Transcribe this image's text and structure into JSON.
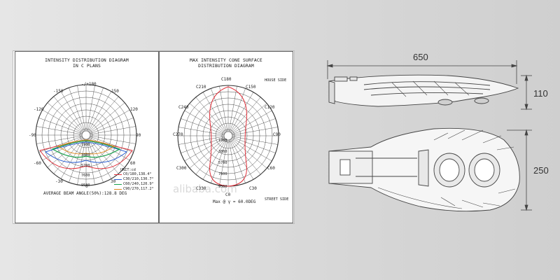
{
  "left_diagram": {
    "title_line1": "INTENSITY DISTRIBUTION DIAGRAM",
    "title_line2": "IN C PLANS",
    "angle_labels": [
      "-/+180",
      "-150",
      "150",
      "-120",
      "120",
      "-90",
      "90",
      "-60",
      "60",
      "-30",
      "30",
      "0"
    ],
    "radial_labels": [
      "1900",
      "3800",
      "5700",
      "7600",
      "9500"
    ],
    "unit_label": "UNIT:cd",
    "legend": [
      {
        "text": "C0/180,138.4°",
        "color": "#e0303a"
      },
      {
        "text": "C30/210,130.7°",
        "color": "#2a5fd1"
      },
      {
        "text": "C60/240,120.9°",
        "color": "#17a24a"
      },
      {
        "text": "C90/270,117.2°",
        "color": "#e08a1e"
      }
    ],
    "footer": "AVERAGE BEAM ANGLE(50%):128.8 DEG"
  },
  "right_diagram": {
    "title_line1": "MAX INTENSITY CONE SURFACE",
    "title_line2": "DISTRIBUTION DIAGRAM",
    "house_side": "HOUSE SIDE",
    "street_side": "STREET SIDE",
    "c_labels": [
      "C180",
      "C210",
      "C150",
      "C240",
      "C120",
      "C270",
      "C90",
      "C300",
      "C60",
      "C330",
      "C30",
      "C0"
    ],
    "radial_labels": [
      "1900",
      "3800",
      "5700",
      "7600",
      "9500"
    ],
    "footer": "Max @ γ = 60.0DEG"
  },
  "watermark": "alibaba.com",
  "dimensions": {
    "length": "650",
    "height": "110",
    "width": "250"
  },
  "colors": {
    "red": "#e0303a",
    "blue": "#2a5fd1",
    "green": "#17a24a",
    "orange": "#e08a1e"
  }
}
